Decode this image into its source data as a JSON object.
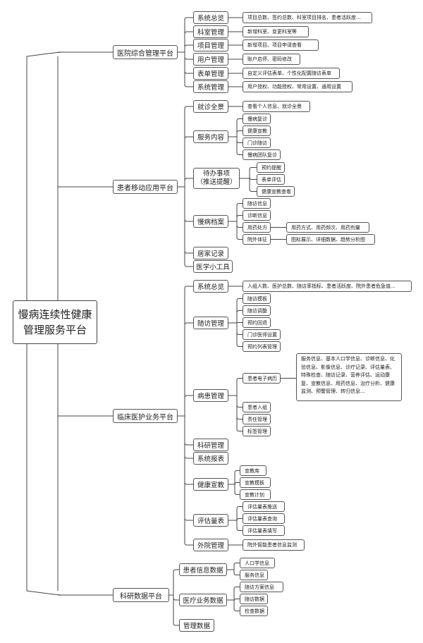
{
  "root": "慢病连续性健康管理服务平台",
  "branches": [
    {
      "label": "医院综合管理平台",
      "children": [
        {
          "label": "系统总览",
          "detail": "项目总数、签约总数、科室项目排名、患者活跃度..."
        },
        {
          "label": "科室管理",
          "detail": "新增科室、变更科室等"
        },
        {
          "label": "项目管理",
          "detail": "新增项目、项目申请查看"
        },
        {
          "label": "用户管理",
          "detail": "账户启停、密码修改"
        },
        {
          "label": "表单管理",
          "detail": "自定义评估表单、个性化配置随访表单"
        },
        {
          "label": "系统管理",
          "detail": "用户授权、功能授权、常用设置、通用设置"
        }
      ]
    },
    {
      "label": "患者移动应用平台",
      "children": [
        {
          "label": "就诊全景",
          "detail": "查看个人信息、就诊全景"
        },
        {
          "label": "服务内容",
          "items": [
            "慢病复诊",
            "健康宣教",
            "门诊随访",
            "慢病团队复诊"
          ]
        },
        {
          "label": "待办事项\n（推送提醒）",
          "items": [
            "预约提醒",
            "表单评估",
            "健康宣教查看"
          ]
        },
        {
          "label": "慢病档案",
          "items": [
            "随访信息",
            "诊断信息",
            "用药处方",
            "院外体征"
          ],
          "subdetails": [
            "用药方式、用药频次、用药剂量",
            "图标展示、详细数据、趋势分析图"
          ]
        },
        {
          "label": "居家记录"
        },
        {
          "label": "医学小工具"
        }
      ]
    },
    {
      "label": "临床医护业务平台",
      "children": [
        {
          "label": "系统总览",
          "detail": "入组人数、医护总数、随访率指标、患者活跃度、院外患者危急值..."
        },
        {
          "label": "随访管理",
          "items": [
            "随访模板",
            "随访调整",
            "预约回退",
            "门诊医师设置",
            "预约列表管理"
          ]
        },
        {
          "label": "病患管理",
          "items": [
            "患者电子病历",
            "患者入组",
            "责任管理",
            "标签管理"
          ],
          "notes": "服务信息、基本人口学信息、诊断信息、化验信息、影像信息、诊疗记录、评估量表、特殊检查、随访记录、营养评估、运动康复、宣教信息、用药信息、治疗分析、健康监测、预警管理、转归信息..."
        },
        {
          "label": "科研管理"
        },
        {
          "label": "系统报表"
        },
        {
          "label": "健康宣教",
          "items": [
            "宣教库",
            "宣教模板",
            "宣教计划"
          ]
        },
        {
          "label": "评估量表",
          "items": [
            "评估量表推送",
            "评估量表查询",
            "评估量表填写"
          ]
        },
        {
          "label": "外院管理",
          "detail": "院外智能患者信息监测"
        }
      ]
    },
    {
      "label": "科研数据平台",
      "children": [
        {
          "label": "患者信息数据",
          "items": [
            "人口学信息",
            "服务信息"
          ]
        },
        {
          "label": "医疗业务数据",
          "items": [
            "随访方案信息",
            "随访数据",
            "检查数据"
          ]
        },
        {
          "label": "管理数据"
        }
      ]
    }
  ]
}
